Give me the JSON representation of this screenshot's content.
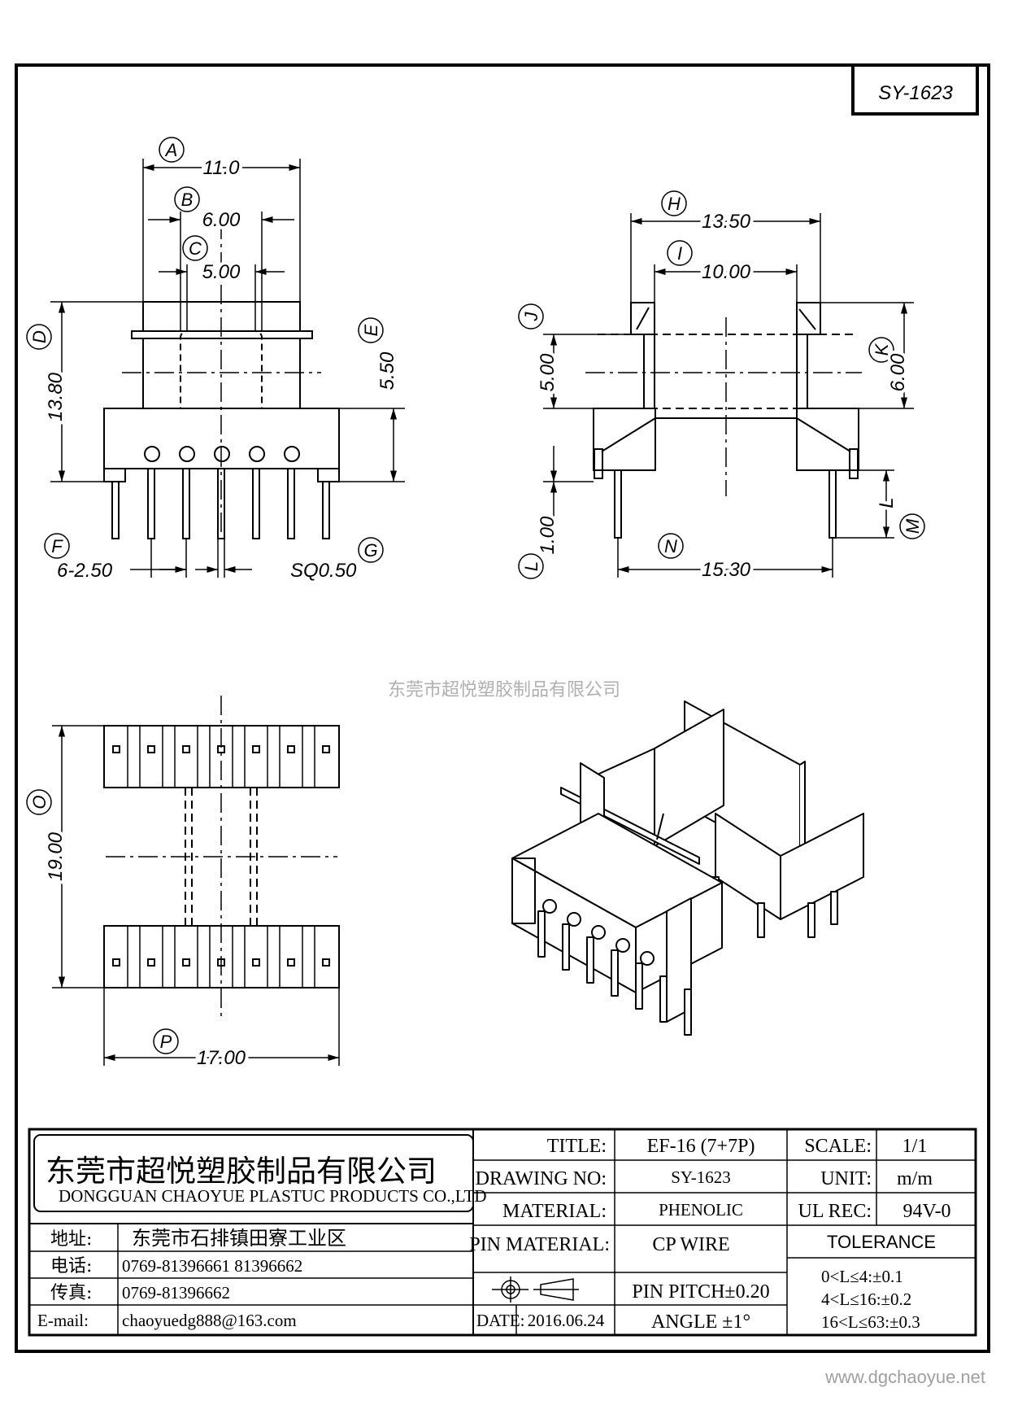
{
  "part_no": "SY-1623",
  "watermark": "东莞市超悦塑胶制品有限公司",
  "website": "www.dgchaoyue.net",
  "callouts": [
    "A",
    "B",
    "C",
    "D",
    "E",
    "F",
    "G",
    "H",
    "I",
    "J",
    "K",
    "L",
    "M",
    "N",
    "O",
    "P"
  ],
  "dimensions": {
    "A": "11.0",
    "B": "6.00",
    "C": "5.00",
    "D": "13.80",
    "E": "5.50",
    "F": "6-2.50",
    "G": "SQ0.50",
    "H": "13.50",
    "I": "10.00",
    "J": "5.00",
    "K": "6.00",
    "L": "1.00",
    "M": "L",
    "N": "15.30",
    "O": "19.00",
    "P": "17.00"
  },
  "company": {
    "name_cn": "东莞市超悦塑胶制品有限公司",
    "name_en": "DONGGUAN CHAOYUE PLASTUC PRODUCTS CO.,LTD",
    "address_label": "地址:",
    "address": "东莞市石排镇田寮工业区",
    "phone_label": "电话:",
    "phone": "0769-81396661  81396662",
    "fax_label": "传真:",
    "fax": "0769-81396662",
    "email_label": "E-mail:",
    "email": "chaoyuedg888@163.com"
  },
  "title_block": {
    "title_label": "TITLE:",
    "title": "EF-16 (7+7P)",
    "scale_label": "SCALE:",
    "scale": "1/1",
    "drawing_no_label": "DRAWING NO:",
    "drawing_no": "SY-1623",
    "unit_label": "UNIT:",
    "unit": "m/m",
    "material_label": "MATERIAL:",
    "material": "PHENOLIC",
    "ul_label": "UL REC:",
    "ul": "94V-0",
    "pin_material_label": "PIN MATERIAL:",
    "pin_material": "CP WIRE",
    "tolerance_label": "TOLERANCE",
    "pin_pitch": "PIN PITCH±0.20",
    "tol_1": "0<L≤4:±0.1",
    "tol_2": "4<L≤16:±0.2",
    "tol_3": "16<L≤63:±0.3",
    "date_label": "DATE:",
    "date": "2016.06.24",
    "angle": "ANGLE  ±1°"
  }
}
